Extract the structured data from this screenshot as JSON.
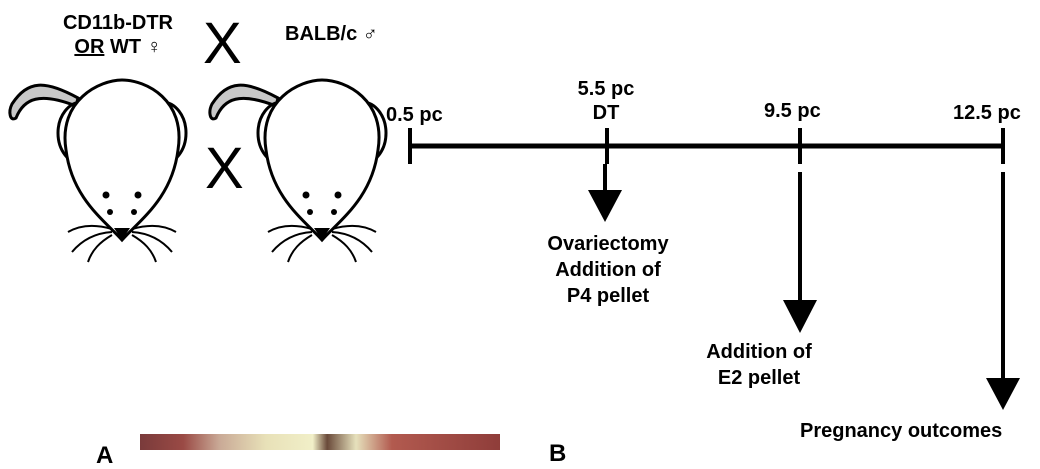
{
  "cross": {
    "female_line1": "CD11b-DTR",
    "female_or": "OR",
    "female_line2_rest": "WT ♀",
    "male_label": "BALB/c ♂",
    "x_symbol": "X"
  },
  "timeline": {
    "ticks": [
      {
        "label": "0.5 pc"
      },
      {
        "label": "5.5 pc",
        "sublabel": "DT"
      },
      {
        "label": "9.5 pc"
      },
      {
        "label": "12.5 pc"
      }
    ],
    "events": [
      {
        "lines": [
          "Ovariectomy",
          "Addition of",
          "P4 pellet"
        ]
      },
      {
        "lines": [
          "Addition of",
          "E2 pellet"
        ]
      },
      {
        "lines": [
          "Pregnancy outcomes"
        ]
      }
    ]
  },
  "panels": {
    "a": "A",
    "b": "B"
  }
}
